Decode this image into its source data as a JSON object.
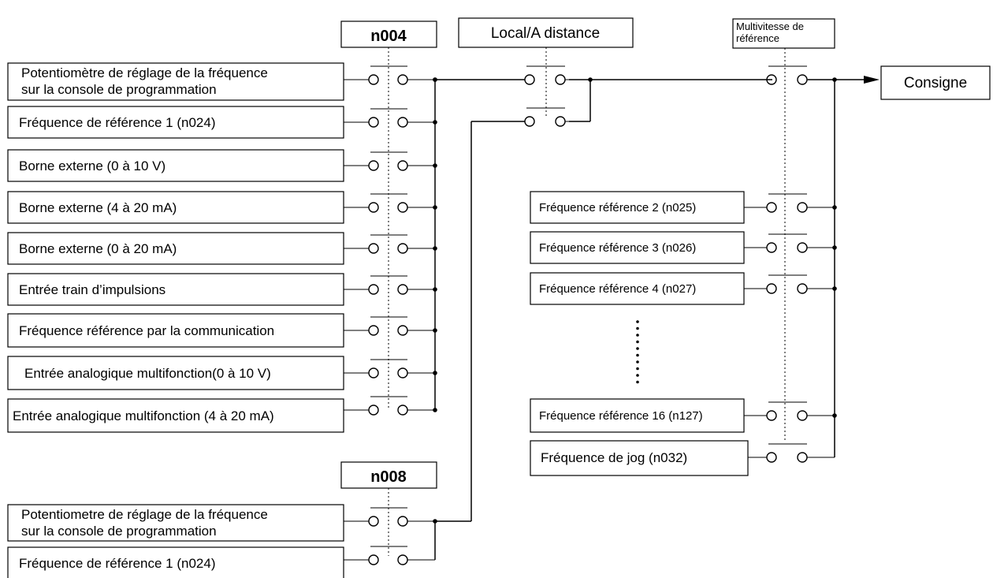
{
  "selectors": {
    "n004": "n004",
    "local": "Local/A distance",
    "multi_line1": "Multivitesse de",
    "multi_line2": "référence",
    "n008": "n008"
  },
  "output": "Consigne",
  "n004_inputs": [
    {
      "line1": "Potentiomètre de réglage de la fréquence",
      "line2": "sur la console de programmation"
    },
    {
      "line1": "Fréquence de référence 1 (n024)"
    },
    {
      "line1": "Borne externe (0 à 10 V)"
    },
    {
      "line1": "Borne externe (4 à 20 mA)"
    },
    {
      "line1": "Borne externe (0 à 20 mA)"
    },
    {
      "line1": "Entrée train d’impulsions"
    },
    {
      "line1": "Fréquence référence par la communication"
    },
    {
      "line1": "Entrée analogique multifonction(0 à 10 V)"
    },
    {
      "line1": "Entrée analogique multifonction (4 à 20 mA)"
    }
  ],
  "n008_inputs": [
    {
      "line1": "Potentiometre de réglage de la fréquence",
      "line2": "sur la console de programmation"
    },
    {
      "line1": "Fréquence de référence 1 (n024)"
    }
  ],
  "multispeed_inputs": [
    "Fréquence référence 2 (n025)",
    "Fréquence référence 3 (n026)",
    "Fréquence référence 4 (n027)",
    "Fréquence référence 16 (n127)"
  ],
  "jog_input": "Fréquence de jog (n032)"
}
